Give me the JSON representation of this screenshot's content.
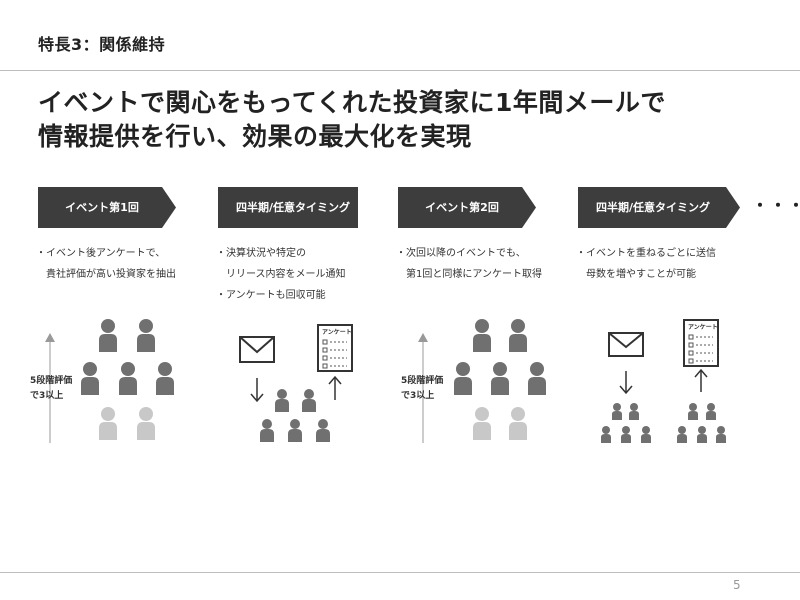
{
  "header": {
    "title": "特長3：関係維持"
  },
  "headline": {
    "line1": "イベントで関心をもってくれた投資家に1年間メールで",
    "line2": "情報提供を行い、効果の最大化を実現"
  },
  "steps": [
    {
      "label": "イベント第1回",
      "bullets": "・イベント後アンケートで、\n　貴社評価が高い投資家を抽出"
    },
    {
      "label": "四半期/任意タイミング",
      "bullets": "・決算状況や特定の\n　リリース内容をメール通知\n・アンケートも回収可能"
    },
    {
      "label": "イベント第2回",
      "bullets": "・次回以降のイベントでも、\n　第1回と同様にアンケート取得"
    },
    {
      "label": "四半期/任意タイミング",
      "bullets": "・イベントを重ねるごとに送信\n　母数を増やすことが可能"
    }
  ],
  "more": "・・・",
  "rating_label": "5段階評価\nで3以上",
  "survey_label": "アンケート",
  "page_number": "5",
  "colors": {
    "step_fill": "#3d3d3d",
    "person_dark": "#707070",
    "person_light": "#c8c8c8",
    "rule": "#bdbdbd"
  },
  "icons": [
    "mail-icon",
    "survey-sheet-icon",
    "people-pyramid-icon",
    "arrow-up-icon",
    "arrow-down-icon"
  ]
}
